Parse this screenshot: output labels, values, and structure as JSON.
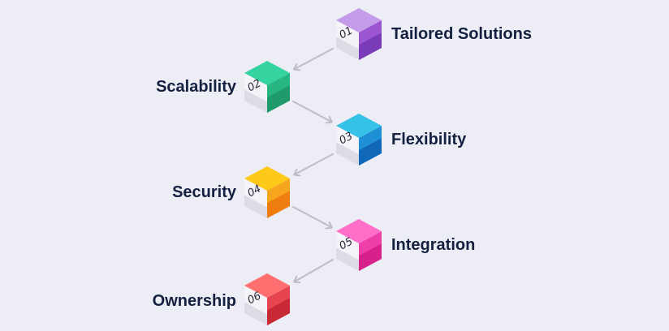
{
  "steps": [
    {
      "number": "01",
      "label": "Tailored Solutions",
      "side": "right",
      "color_top": "#d8a8f0",
      "color_light": "#c49be8",
      "color_dark": "#7a3bb8",
      "color_mid": "#9b55d0"
    },
    {
      "number": "02",
      "label": "Scalability",
      "side": "left",
      "color_top": "#5fe0b4",
      "color_light": "#34d3a0",
      "color_dark": "#1f9a6a",
      "color_mid": "#27b582"
    },
    {
      "number": "03",
      "label": "Flexibility",
      "side": "right",
      "color_top": "#5fd6ee",
      "color_light": "#36c2e6",
      "color_dark": "#1168b8",
      "color_mid": "#1f8fd6"
    },
    {
      "number": "04",
      "label": "Security",
      "side": "left",
      "color_top": "#ffe066",
      "color_light": "#ffc91a",
      "color_dark": "#f07d10",
      "color_mid": "#f7a51c"
    },
    {
      "number": "05",
      "label": "Integration",
      "side": "right",
      "color_top": "#ff9ad8",
      "color_light": "#ff6ec8",
      "color_dark": "#d8208a",
      "color_mid": "#ee3fa8"
    },
    {
      "number": "06",
      "label": "Ownership",
      "side": "left",
      "color_top": "#ff9a9a",
      "color_light": "#ff6f6f",
      "color_dark": "#c82a35",
      "color_mid": "#e64550"
    }
  ],
  "arrow_color": "#bdbdc6"
}
